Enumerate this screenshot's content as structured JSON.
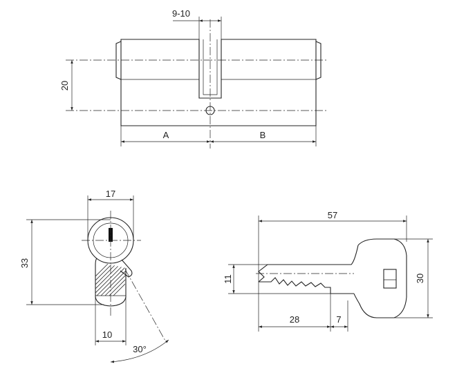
{
  "dimensions": {
    "cam_width": "9-10",
    "offset_20": "20",
    "length_a": "A",
    "length_b": "B",
    "width_17": "17",
    "height_33": "33",
    "bottom_10": "10",
    "angle_30": "30°",
    "key_length_57": "57",
    "key_blade_11": "11",
    "key_head_30": "30",
    "key_cut_28": "28",
    "key_step_7": "7"
  }
}
